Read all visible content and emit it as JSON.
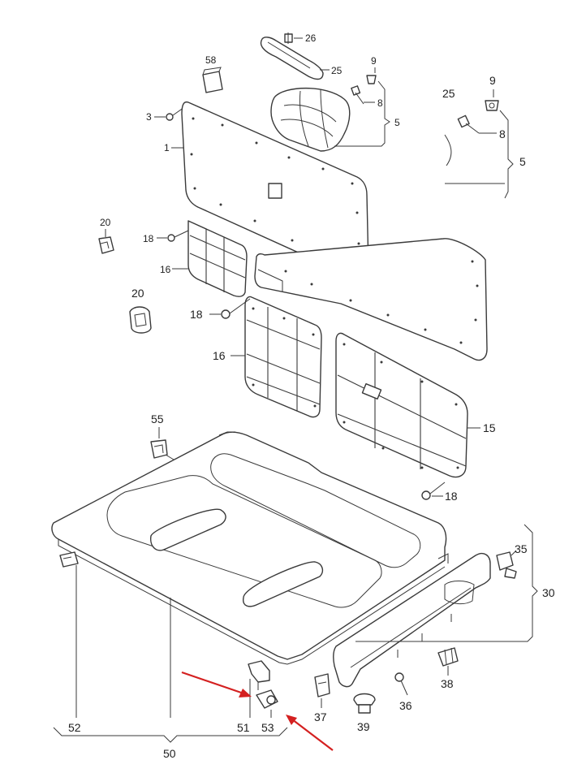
{
  "callouts": [
    {
      "id": "c26",
      "text": "26"
    },
    {
      "id": "c25a",
      "text": "25"
    },
    {
      "id": "c58",
      "text": "58"
    },
    {
      "id": "c9a",
      "text": "9"
    },
    {
      "id": "c8a",
      "text": "8"
    },
    {
      "id": "c5a",
      "text": "5"
    },
    {
      "id": "c3",
      "text": "3"
    },
    {
      "id": "c1",
      "text": "1"
    },
    {
      "id": "c25b",
      "text": "25"
    },
    {
      "id": "c9b",
      "text": "9"
    },
    {
      "id": "c8b",
      "text": "8"
    },
    {
      "id": "c5b",
      "text": "5"
    },
    {
      "id": "c20a",
      "text": "20"
    },
    {
      "id": "c18a",
      "text": "18"
    },
    {
      "id": "c16a",
      "text": "16"
    },
    {
      "id": "c20b",
      "text": "20"
    },
    {
      "id": "c18b",
      "text": "18"
    },
    {
      "id": "c16b",
      "text": "16"
    },
    {
      "id": "c15",
      "text": "15"
    },
    {
      "id": "c55",
      "text": "55"
    },
    {
      "id": "c18c",
      "text": "18"
    },
    {
      "id": "c35",
      "text": "35"
    },
    {
      "id": "c30",
      "text": "30"
    },
    {
      "id": "c38",
      "text": "38"
    },
    {
      "id": "c36",
      "text": "36"
    },
    {
      "id": "c37",
      "text": "37"
    },
    {
      "id": "c39",
      "text": "39"
    },
    {
      "id": "c52",
      "text": "52"
    },
    {
      "id": "c51",
      "text": "51"
    },
    {
      "id": "c53",
      "text": "53"
    },
    {
      "id": "c50",
      "text": "50"
    }
  ],
  "colors": {
    "line": "#3a3a3a",
    "arrow": "#d42020",
    "background": "#ffffff"
  }
}
